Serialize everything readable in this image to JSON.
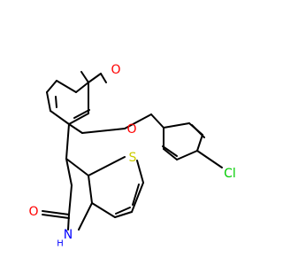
{
  "colors": {
    "bond": "#000000",
    "oxygen": "#ff0000",
    "sulfur": "#cccc00",
    "nitrogen": "#0000ff",
    "chlorine": "#00cc00",
    "carbon": "#000000"
  },
  "atoms": {
    "o_methoxy": {
      "element": "O",
      "color_key": "oxygen"
    },
    "o_ether": {
      "element": "O",
      "color_key": "oxygen"
    },
    "s_thiophene": {
      "element": "S",
      "color_key": "sulfur"
    },
    "cl": {
      "element": "Cl",
      "color_key": "chlorine"
    },
    "o_carbonyl": {
      "element": "O",
      "color_key": "oxygen"
    },
    "n_amide": {
      "element": "N",
      "color_key": "nitrogen"
    },
    "n_hydrogen": {
      "element": "H",
      "color_key": "nitrogen"
    }
  }
}
